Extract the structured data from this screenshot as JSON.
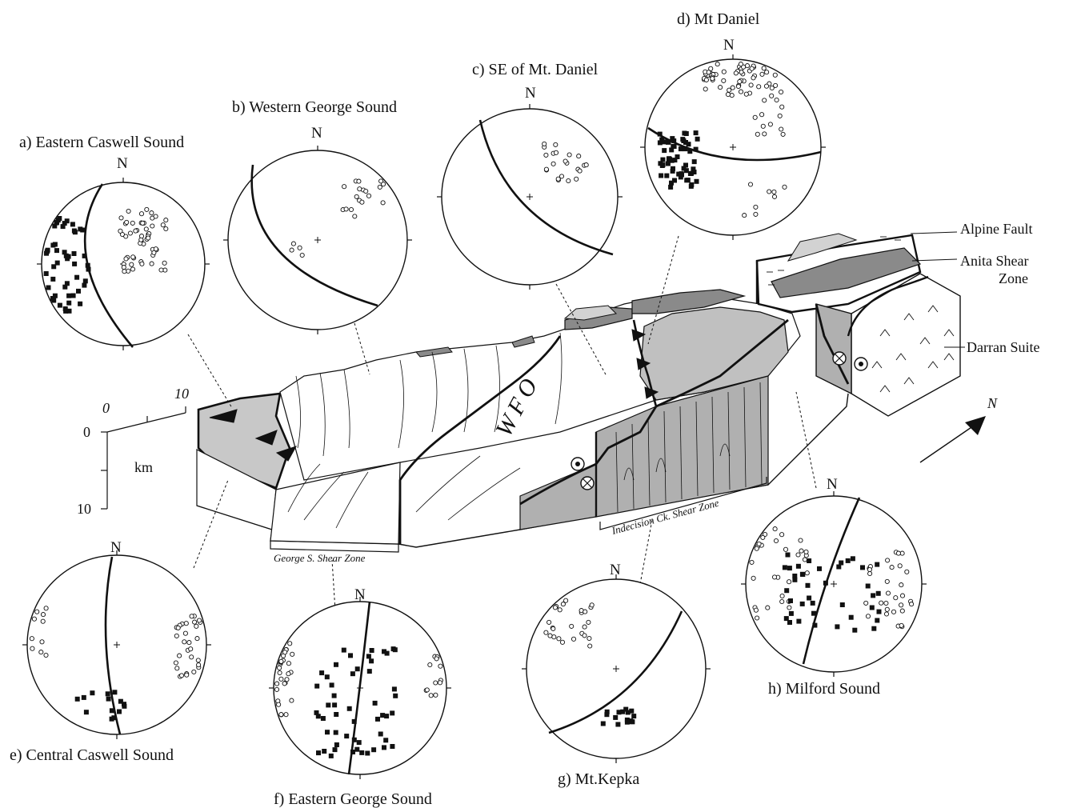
{
  "stereonets": [
    {
      "id": "a",
      "title": "a) Eastern Caswell Sound",
      "north": "N"
    },
    {
      "id": "b",
      "title": "b) Western George Sound",
      "north": "N"
    },
    {
      "id": "c",
      "title": "c) SE of Mt. Daniel",
      "north": "N"
    },
    {
      "id": "d",
      "title": "d) Mt Daniel",
      "north": "N"
    },
    {
      "id": "e",
      "title": "e) Central Caswell Sound",
      "north": "N"
    },
    {
      "id": "f",
      "title": "f) Eastern George Sound",
      "north": "N"
    },
    {
      "id": "g",
      "title": "g) Mt.Kepka",
      "north": "N"
    },
    {
      "id": "h",
      "title": "h) Milford Sound",
      "north": "N"
    }
  ],
  "scale": {
    "depth_top": "0",
    "depth_bottom": "10",
    "unit": "km",
    "horiz_start": "0",
    "horiz_end": "10"
  },
  "block_labels": {
    "alpine_fault": "Alpine Fault",
    "anita_line1": "Anita Shear",
    "anita_line2": "Zone",
    "darran_suite": "Darran Suite",
    "wfo": "WFO",
    "george_shear": "George S. Shear Zone",
    "indecision_shear": "Indecision Ck. Shear Zone",
    "north_arrow": "N"
  },
  "colors": {
    "ink": "#111111",
    "grey_light": "#d2d2d2",
    "grey_mid": "#b0b0b0",
    "grey_dark": "#8a8a8a"
  }
}
